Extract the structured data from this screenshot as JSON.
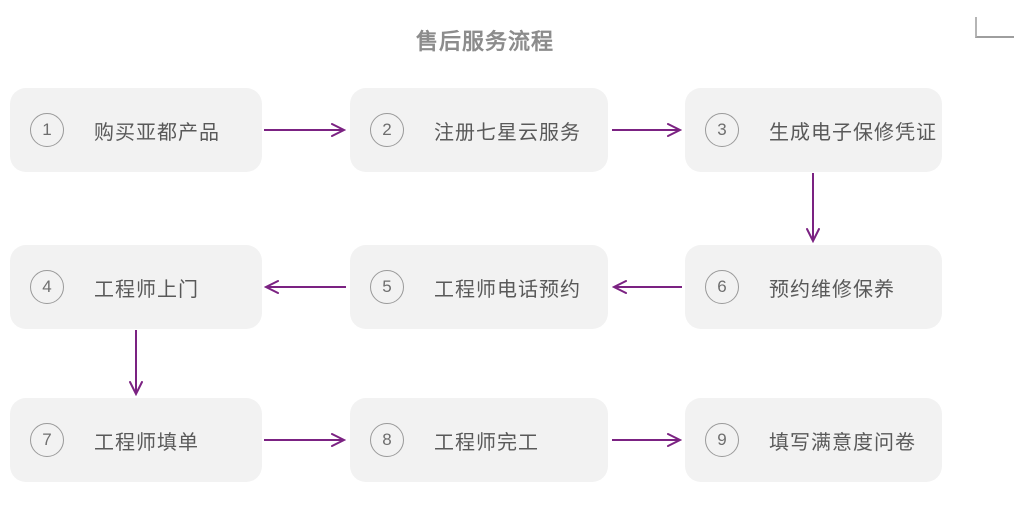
{
  "title": "售后服务流程",
  "colors": {
    "arrow": "#7b2282",
    "box_bg": "#f2f2f2",
    "title": "#8c8c8c",
    "label": "#595959",
    "circle_border": "#9a9a9a",
    "number": "#6e6e6e",
    "background": "#ffffff"
  },
  "steps": [
    {
      "number": "1",
      "label": "购买亚都产品"
    },
    {
      "number": "2",
      "label": "注册七星云服务"
    },
    {
      "number": "3",
      "label": "生成电子保修凭证"
    },
    {
      "number": "4",
      "label": "工程师上门"
    },
    {
      "number": "5",
      "label": "工程师电话预约"
    },
    {
      "number": "6",
      "label": "预约维修保养"
    },
    {
      "number": "7",
      "label": "工程师填单"
    },
    {
      "number": "8",
      "label": "工程师完工"
    },
    {
      "number": "9",
      "label": "填写满意度问卷"
    }
  ],
  "connections": [
    {
      "from": "1",
      "to": "2",
      "direction": "right"
    },
    {
      "from": "2",
      "to": "3",
      "direction": "right"
    },
    {
      "from": "3",
      "to": "6",
      "direction": "down"
    },
    {
      "from": "6",
      "to": "5",
      "direction": "left"
    },
    {
      "from": "5",
      "to": "4",
      "direction": "left"
    },
    {
      "from": "4",
      "to": "7",
      "direction": "down"
    },
    {
      "from": "7",
      "to": "8",
      "direction": "right"
    },
    {
      "from": "8",
      "to": "9",
      "direction": "right"
    }
  ],
  "decorations": {
    "top_right_icon": "cropped-box-corner"
  }
}
